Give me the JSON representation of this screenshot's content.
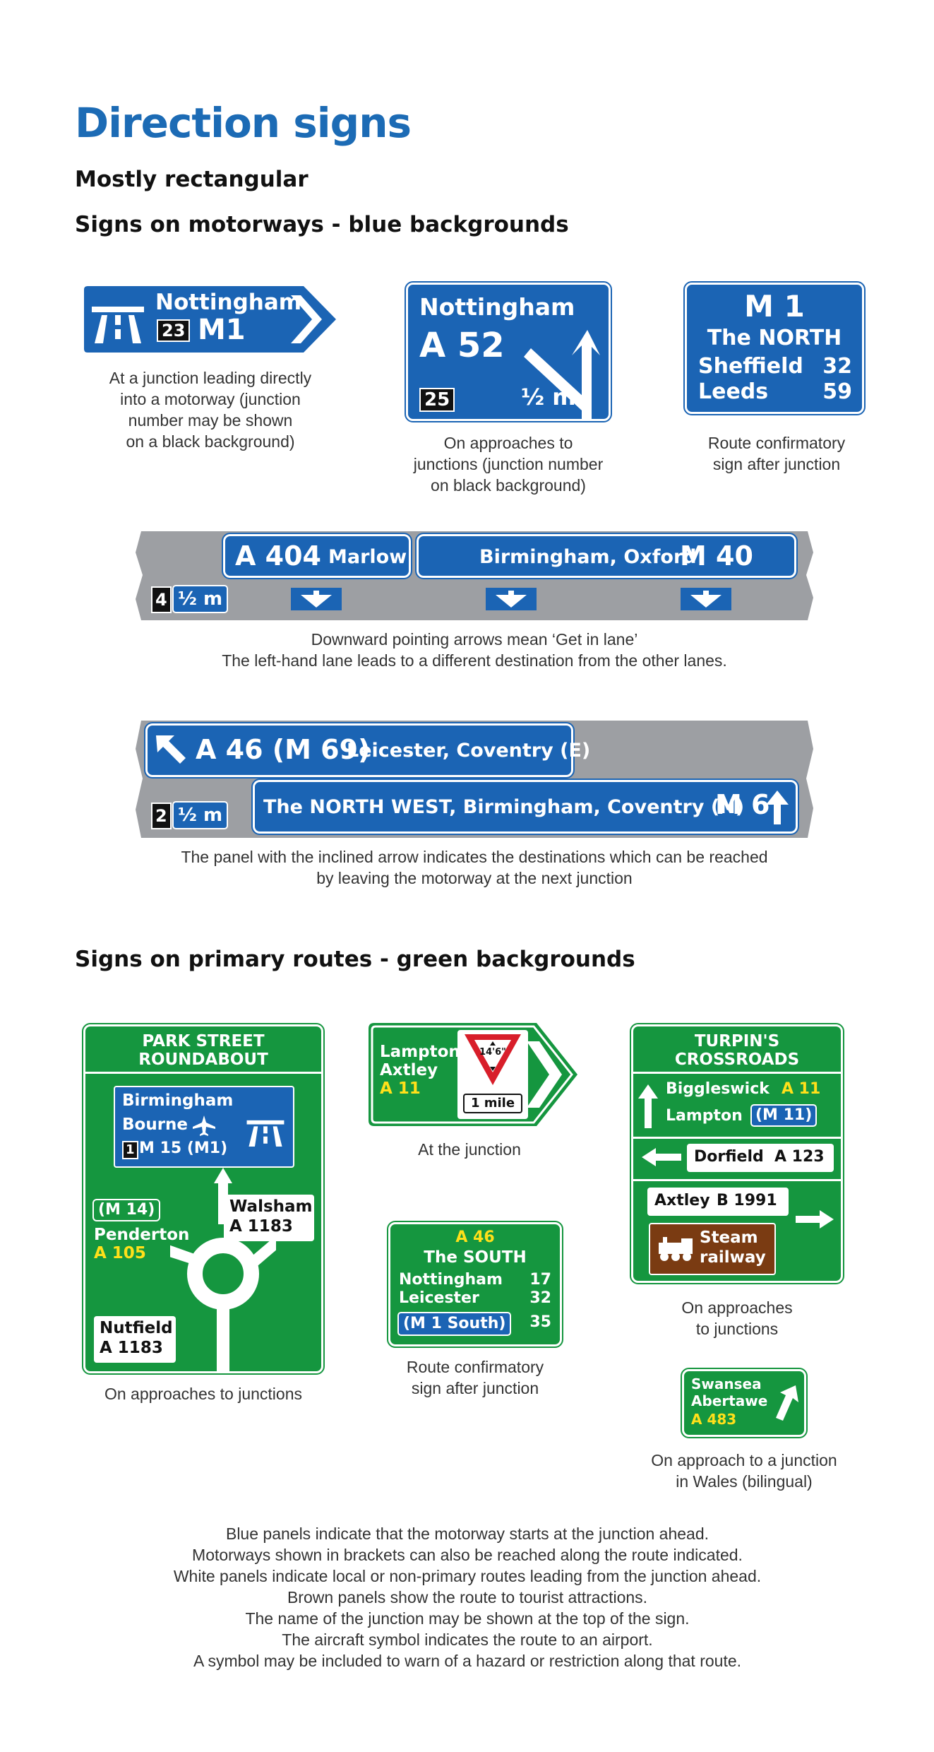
{
  "page": {
    "title": "Direction signs",
    "subtitle": "Mostly rectangular",
    "motorway_heading": "Signs on motorways - blue backgrounds",
    "primary_heading": "Signs on primary routes - green backgrounds"
  },
  "motorway": {
    "sign1": {
      "dest": "Nottingham",
      "junction": "23",
      "road": "M1",
      "caption": [
        "At a junction leading directly",
        "into a motorway (junction",
        "number may be shown",
        "on a black background)"
      ]
    },
    "sign2": {
      "dest": "Nottingham",
      "road": "A 52",
      "junction": "25",
      "distance": "½ m",
      "caption": [
        "On approaches to",
        "junctions (junction number",
        "on black background)"
      ]
    },
    "sign3": {
      "road": "M 1",
      "region": "The NORTH",
      "rows": [
        {
          "place": "Sheffield",
          "miles": "32"
        },
        {
          "place": "Leeds",
          "miles": "59"
        }
      ],
      "caption": [
        "Route confirmatory",
        "sign after junction"
      ]
    },
    "gantry1": {
      "panel1_road": "A 404",
      "panel1_dest": "Marlow",
      "panel2_dest": "Birmingham, Oxford",
      "panel2_road": "M 40",
      "junction": "4",
      "distance": "½ m",
      "caption": [
        "Downward pointing arrows mean ‘Get in lane’",
        "The left-hand lane leads to a different destination from the other lanes."
      ]
    },
    "gantry2": {
      "top_road": "A 46 (M 69)",
      "top_dest": "Leicester, Coventry (E)",
      "bottom_dest": "The NORTH WEST, Birmingham, Coventry (N)",
      "bottom_road": "M 6",
      "junction": "2",
      "distance": "½ m",
      "caption": [
        "The panel with the inclined arrow indicates the destinations which can be reached",
        "by leaving the motorway at the next junction"
      ]
    }
  },
  "primary": {
    "roundabout": {
      "header": [
        "PARK STREET",
        "ROUNDABOUT"
      ],
      "blue_dest1": "Birmingham",
      "blue_dest2": "Bourne",
      "blue_junction": "1",
      "blue_road": "M 15 (M1)",
      "left_bracket": "(M 14)",
      "left_dest": "Penderton",
      "left_road": "A 105",
      "right_dest": "Walsham",
      "right_road": "A 1183",
      "bottom_dest": "Nutfield",
      "bottom_road": "A 1183",
      "caption": "On approaches to junctions"
    },
    "lampton": {
      "dest1": "Lampton",
      "dest2": "Axtley",
      "road": "A 11",
      "height": "14'6\"",
      "distance": "1 mile",
      "caption": "At the junction"
    },
    "confirm": {
      "road": "A 46",
      "region": "The SOUTH",
      "rows": [
        {
          "place": "Nottingham",
          "miles": "17"
        },
        {
          "place": "Leicester",
          "miles": "32"
        },
        {
          "place": "(M 1 South)",
          "miles": "35"
        }
      ],
      "caption": [
        "Route confirmatory",
        "sign after junction"
      ]
    },
    "turpin": {
      "header": [
        "TURPIN'S",
        "CROSSROADS"
      ],
      "ahead1_dest": "Biggleswick",
      "ahead1_road": "A 11",
      "ahead2_dest": "Lampton",
      "ahead2_road": "(M 11)",
      "left_dest": "Dorfield",
      "left_road": "A 123",
      "right_dest": "Axtley",
      "right_road": "B 1991",
      "brown1": "Steam",
      "brown2": "railway",
      "caption": [
        "On approaches",
        "to junctions"
      ]
    },
    "wales": {
      "dest1": "Swansea",
      "dest2": "Abertawe",
      "road": "A 483",
      "caption": [
        "On approach to a junction",
        "in Wales (bilingual)"
      ]
    }
  },
  "notes": [
    "Blue panels indicate that the motorway starts at the junction ahead.",
    "Motorways shown in brackets can also be reached along the route indicated.",
    "White panels indicate local or non-primary routes leading from the junction ahead.",
    "Brown panels show the route to tourist attractions.",
    "The name of the junction may be shown at the top of the sign.",
    "The aircraft symbol indicates the route to an airport.",
    "A symbol may be included to warn of a hazard or restriction along that route."
  ],
  "colors": {
    "motorway_blue": "#1b64b4",
    "primary_green": "#15963f",
    "tourist_brown": "#7a3b12",
    "heading_blue": "#1c6bb5",
    "route_yellow": "#ffe01a"
  },
  "icons": [
    "motorway-symbol-icon",
    "aircraft-icon",
    "arrow-icon",
    "steam-train-icon"
  ]
}
